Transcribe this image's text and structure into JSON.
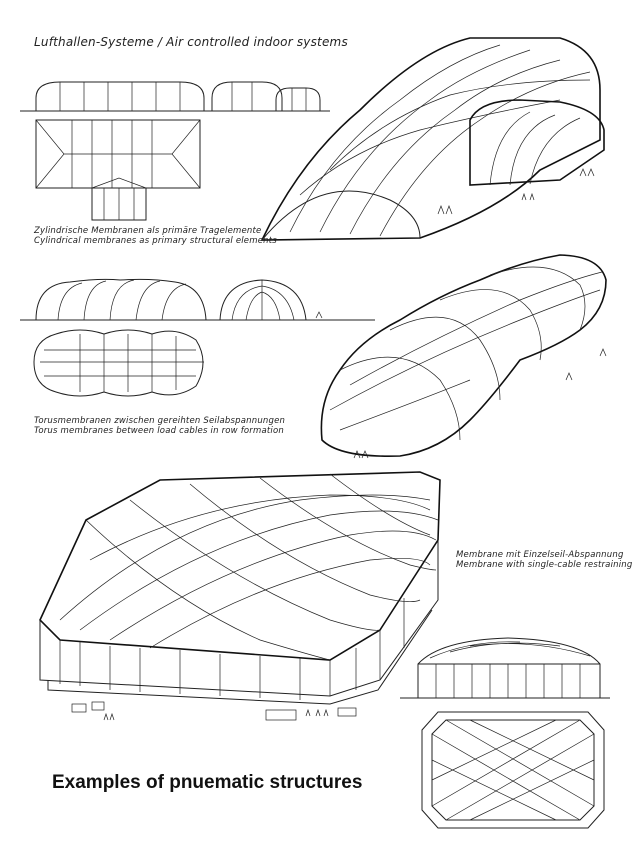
{
  "heading": "Lufthallen-Systeme  /  Air controlled indoor systems",
  "section1": {
    "line_de": "Zylindrische Membranen als primäre Tragelemente",
    "line_en": "Cylindrical membranes as primary structural elements"
  },
  "section2": {
    "line_de": "Torusmembranen zwischen gereihten Seilabspannungen",
    "line_en": "Torus membranes between load cables in row formation"
  },
  "section3": {
    "line_de": "Membrane mit Einzelseil-Abspannung",
    "line_en": "Membrane with single-cable restraining"
  },
  "caption": "Examples of pnuematic structures"
}
